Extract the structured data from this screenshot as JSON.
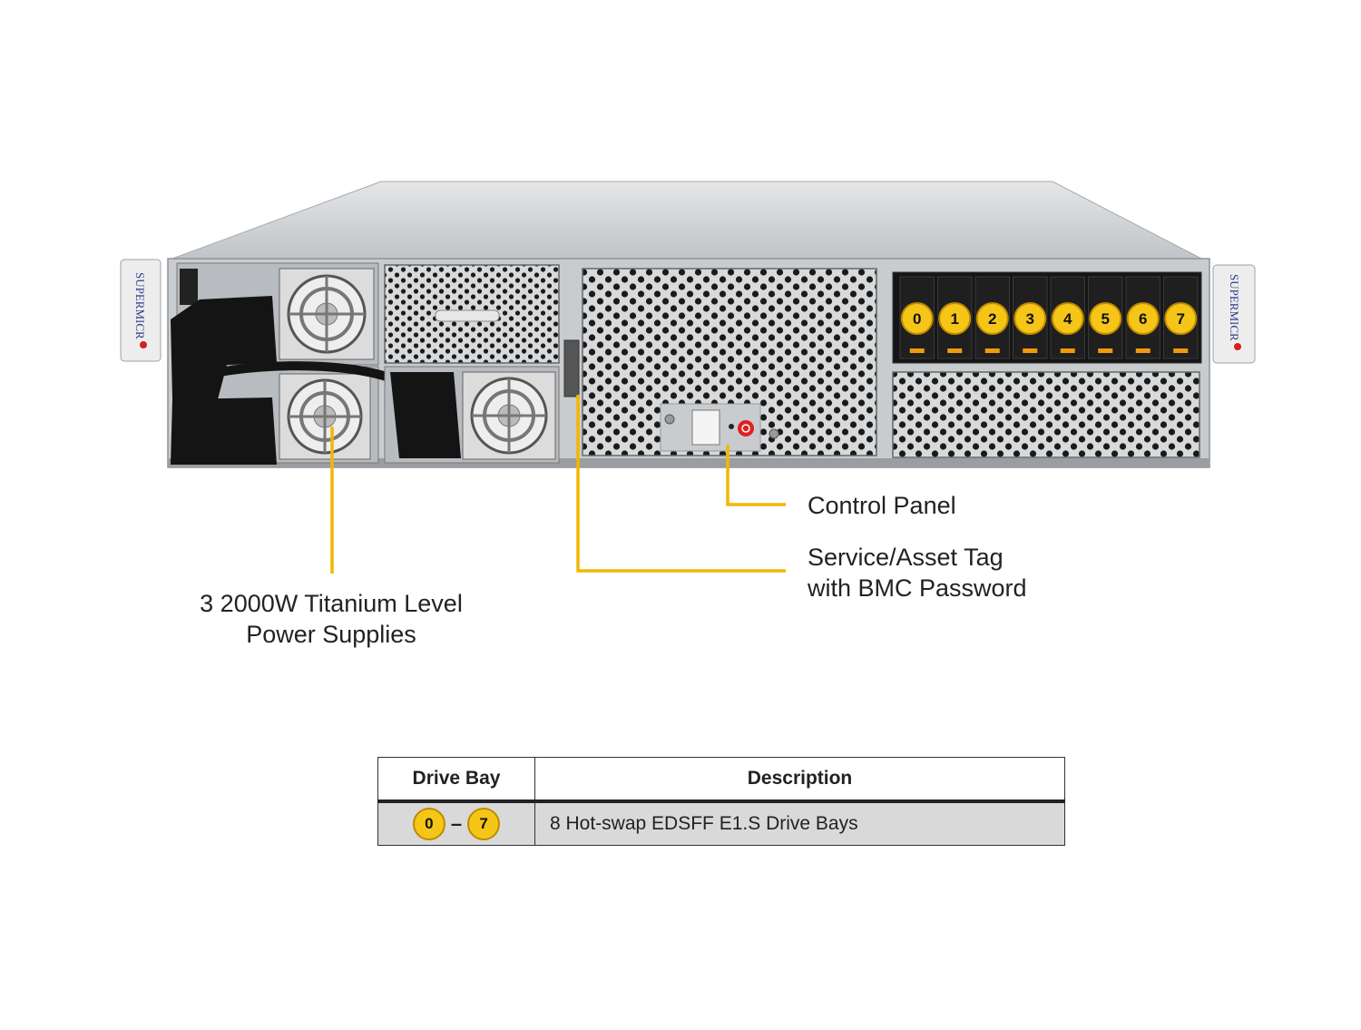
{
  "brand": "SUPERMICR",
  "drive_bays": [
    "0",
    "1",
    "2",
    "3",
    "4",
    "5",
    "6",
    "7"
  ],
  "callouts": {
    "psu": {
      "line1": "3 2000W Titanium  Level",
      "line2": "Power Supplies"
    },
    "control_panel": "Control Panel",
    "service_tag": {
      "line1": "Service/Asset Tag",
      "line2": "with BMC Password"
    }
  },
  "legend": {
    "headers": {
      "drive_bay": "Drive Bay",
      "description": "Description"
    },
    "row": {
      "range_start": "0",
      "range_sep": "–",
      "range_end": "7",
      "description": "8 Hot-swap  EDSFF  E1.S Drive  Bays"
    }
  },
  "colors": {
    "accent": "#f5c518",
    "leader": "#f2b705",
    "chassis": "#c9cccf",
    "bay_black": "#151515"
  }
}
